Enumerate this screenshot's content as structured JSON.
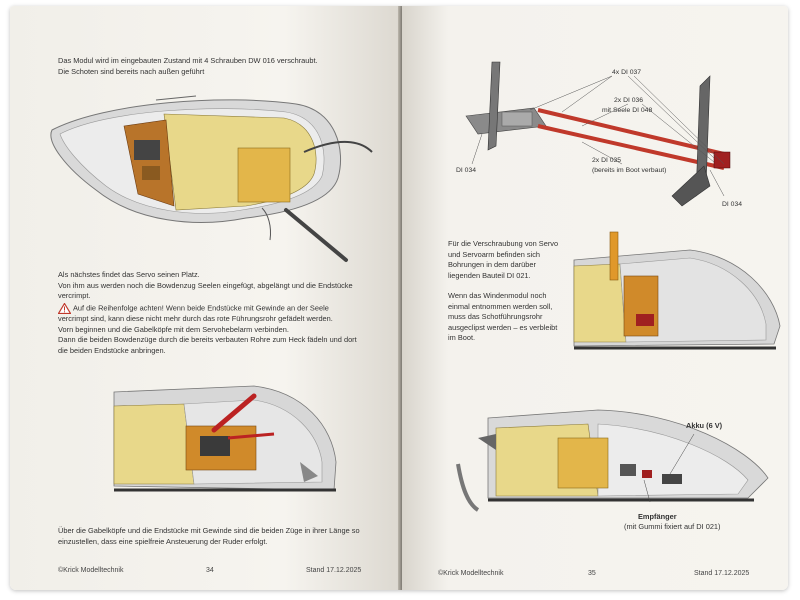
{
  "left_page": {
    "intro_line1": "Das Modul wird im eingebauten Zustand mit 4 Schrauben DW 016 verschraubt.",
    "intro_line2": "Die Schoten sind bereits nach außen geführt",
    "servo_lines": [
      "Als nächstes findet das Servo seinen Platz.",
      "Von ihm aus werden noch die Bowdenzug Seelen eingefügt, abgelängt und die Endstücke",
      "vercrimpt."
    ],
    "warning_lines": [
      "Auf die Reihenfolge achten! Wenn beide Endstücke mit Gewinde an der Seele",
      "vercrimpt sind, kann diese nicht mehr durch das rote Führungsrohr gefädelt werden.",
      "Vorn beginnen und die Gabelköpfe mit dem Servohebelarm verbinden.",
      "Dann die beiden Bowdenzüge durch die bereits verbauten Rohre zum Heck fädeln und dort",
      "die beiden Endstücke anbringen."
    ],
    "bottom_lines": [
      "Über die Gabelköpfe und die Endstücke mit Gewinde sind die beiden Züge in ihrer Länge so",
      "einzustellen, dass eine spielfreie Ansteuerung der Ruder erfolgt."
    ],
    "footer_company": "©Krick Modelltechnik",
    "page_number": "34",
    "footer_date": "Stand 17.12.2025"
  },
  "right_page": {
    "callouts": {
      "di037": "4x DI 037",
      "di036_a": "2x DI 036",
      "di036_b": "mit Seele DI 048",
      "di035_a": "2x DI 035",
      "di035_b": "(bereits im Boot verbaut)",
      "di034_left": "DI 034",
      "di034_right": "DI 034"
    },
    "screw_lines": [
      "Für die Verschraubung von Servo",
      "und Servoarm befinden sich",
      "Bohrungen in dem darüber",
      "liegenden Bauteil DI 021."
    ],
    "winch_lines": [
      "Wenn das Windenmodul noch",
      "einmal entnommen werden soll,",
      "muss das Schotführungsrohr",
      "ausgeclipst werden – es verbleibt",
      "im Boot."
    ],
    "akku_label": "Akku (6 V)",
    "empfaenger_label": "Empfänger",
    "empfaenger_note": "(mit Gummi fixiert auf DI 021)",
    "footer_company": "©Krick Modelltechnik",
    "page_number": "35",
    "footer_date": "Stand 17.12.2025"
  },
  "colors": {
    "deck_yellow": "#e8d88a",
    "hull_grey": "#d9d9d9",
    "orange_parts": "#d08a2a",
    "red_tubes": "#c0392b",
    "dark_grey": "#555555"
  }
}
